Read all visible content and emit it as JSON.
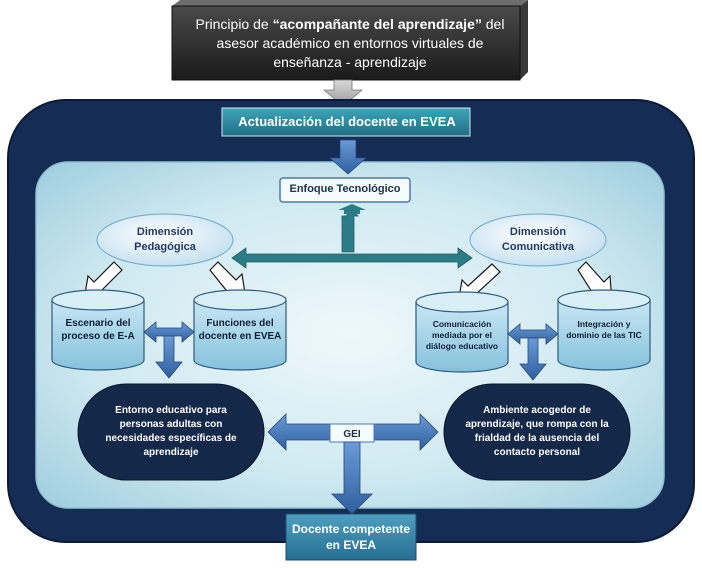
{
  "title": {
    "prefix": "Principio de ",
    "emphasis": "“acompañante del aprendizaje”",
    "suffix": " del",
    "line2": "asesor académico en entornos virtuales de",
    "line3": "enseñanza - aprendizaje"
  },
  "update_label": "Actualización del docente en EVEA",
  "enfoque_label": "Enfoque Tecnológico",
  "dimension_pedagogica": {
    "line1": "Dimensión",
    "line2": "Pedagógica"
  },
  "dimension_comunicativa": {
    "line1": "Dimensión",
    "line2": "Comunicativa"
  },
  "escenario": {
    "line1": "Escenario del",
    "line2": "proceso de E-A"
  },
  "funciones": {
    "line1": "Funciones del",
    "line2": "docente en EVEA"
  },
  "comunicacion": {
    "line1": "Comunicación",
    "line2": "mediada por el",
    "line3": "diálogo educativo"
  },
  "integracion": {
    "line1": "Integración y",
    "line2": "dominio de las TIC"
  },
  "entorno": {
    "line1": "Entorno educativo para",
    "line2": "personas adultas con",
    "line3": "necesidades específicas  de",
    "line4": "aprendizaje"
  },
  "ambiente": {
    "line1": "Ambiente acogedor de",
    "line2": "aprendizaje, que rompa con la",
    "line3": "frialdad de la ausencia del",
    "line4": "contacto personal"
  },
  "gei_label": "GEI",
  "docente_competente": {
    "line1": "Docente competente",
    "line2": "en EVEA"
  },
  "colors": {
    "navy_frame": "#152d55",
    "title_box": "#2b2b2b",
    "teal_label": "#2e8aa0",
    "light_inner": "#cfeaf2",
    "dark_circle": "#14284a",
    "arrow_blue": "#4a78b5",
    "teal_arrow": "#2c7c88"
  }
}
